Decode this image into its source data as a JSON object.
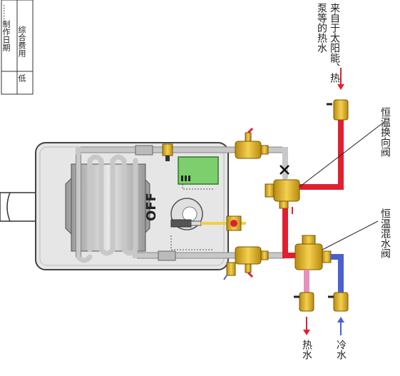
{
  "table_fragment": {
    "row1": "……制作日期",
    "row2": "综合费用",
    "row2_value": "低"
  },
  "boiler": {
    "label": "OFF"
  },
  "labels": {
    "solar_source": "来自于太阳能、热泵等的热水",
    "diverter_valve": "恒温换向阀",
    "mixing_valve": "恒温混水阀",
    "hot_water": "热水",
    "cold_water": "冷水"
  },
  "colors": {
    "hot_pipe": "#e02030",
    "cold_pipe": "#4a5fd0",
    "pink_pipe": "#e890b8",
    "gray_pipe": "#c8c8c8",
    "valve_gold": "#d8a818",
    "boiler_body": "#e6e6e6",
    "control_board": "#7ccf6c"
  }
}
